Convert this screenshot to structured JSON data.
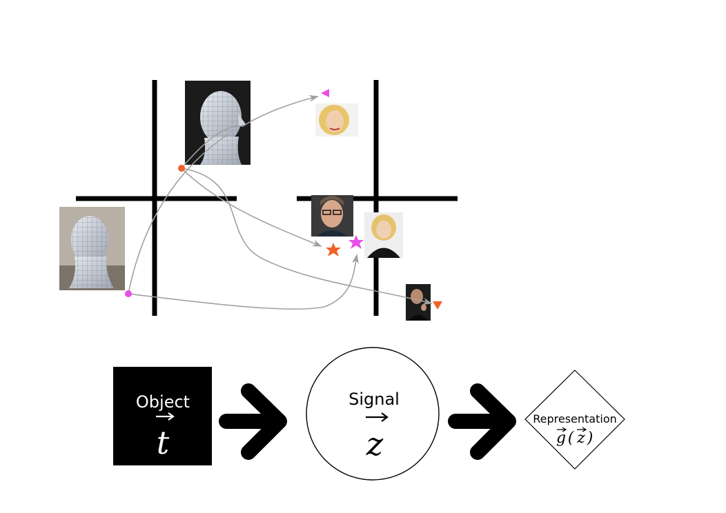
{
  "diagram": {
    "colors": {
      "pink": "#e84ee8",
      "orange": "#f0612a",
      "arrow_gray": "#a0a0a0",
      "black": "#000000"
    },
    "top_panel": {
      "images": [
        {
          "id": "wireframe-head-a",
          "description_icon": "3d-wireframe-head-icon"
        },
        {
          "id": "wireframe-head-b",
          "description_icon": "3d-wireframe-head-icon"
        },
        {
          "id": "blonde-woman-smiling",
          "description_icon": "face-photo-icon"
        },
        {
          "id": "man-with-glasses",
          "description_icon": "face-photo-icon"
        },
        {
          "id": "blonde-woman-dark-outfit",
          "description_icon": "face-photo-icon"
        },
        {
          "id": "man-dark-portrait",
          "description_icon": "face-photo-icon"
        }
      ],
      "markers": [
        {
          "shape": "circle",
          "color": "orange"
        },
        {
          "shape": "circle",
          "color": "pink"
        },
        {
          "shape": "triangle-left",
          "color": "pink"
        },
        {
          "shape": "star",
          "color": "orange"
        },
        {
          "shape": "star",
          "color": "pink"
        },
        {
          "shape": "triangle-down",
          "color": "orange"
        }
      ]
    },
    "pipeline": {
      "object_label": "Object",
      "object_symbol": "t",
      "signal_label": "Signal",
      "signal_symbol": "z",
      "representation_label": "Representation",
      "representation_symbol_g": "g",
      "representation_symbol_open": "(",
      "representation_symbol_z": "z",
      "representation_symbol_close": ")"
    }
  }
}
